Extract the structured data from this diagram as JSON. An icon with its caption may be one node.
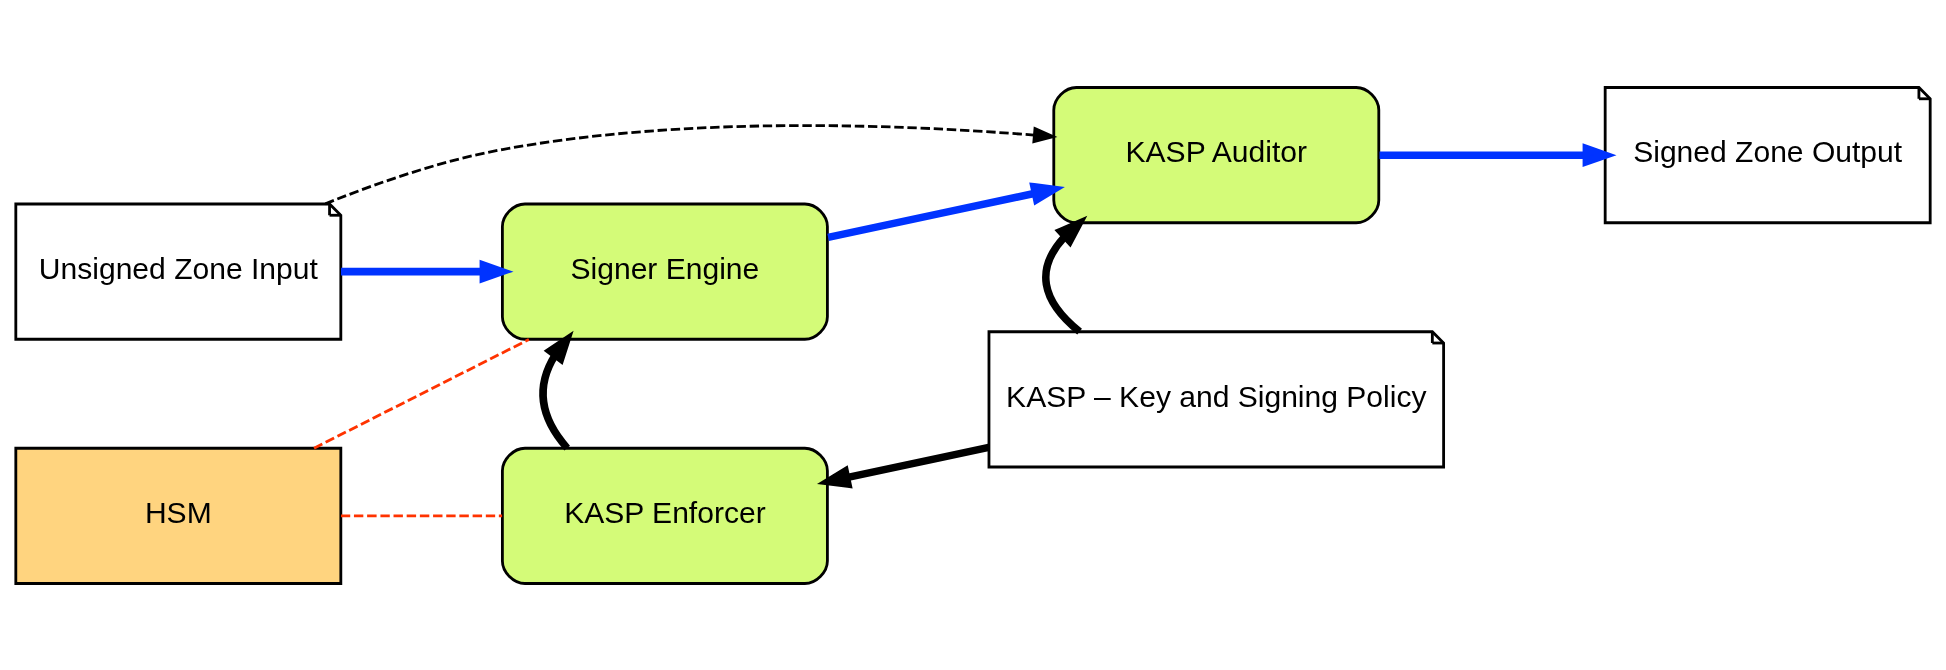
{
  "diagram": {
    "nodes": [
      {
        "text": [
          "Unsigned Zone Input"
        ]
      },
      {
        "text": [
          "Signer Engine"
        ]
      },
      {
        "text": [
          "KASP Auditor"
        ]
      },
      {
        "text": [
          "Signed Zone Output"
        ]
      },
      {
        "text": [
          "HSM"
        ]
      },
      {
        "text": [
          "KASP Enforcer"
        ]
      },
      {
        "text": [
          "KASP – Key and Signing Policy"
        ]
      }
    ],
    "edges": [
      {
        "from": 0,
        "to": 1,
        "arrow": "to",
        "color": "#0033ff"
      },
      {
        "from": 1,
        "to": 2,
        "arrow": "to",
        "color": "#0033ff"
      },
      {
        "from": 2,
        "to": 3,
        "arrow": "to",
        "color": "#0033ff"
      },
      {
        "from": 0,
        "to": 2,
        "arrow": "to",
        "style": "dashed"
      },
      {
        "from": 4,
        "to": 1,
        "arrow": "none",
        "style": "dashed",
        "color": "#ff3300"
      },
      {
        "from": 4,
        "to": 5,
        "arrow": "none",
        "style": "dashed",
        "color": "#ff3300"
      },
      {
        "from": 5,
        "to": 1,
        "arrow": "to"
      },
      {
        "from": 6,
        "to": 2,
        "arrow": "to"
      },
      {
        "from": 6,
        "to": 5,
        "arrow": "to"
      }
    ]
  }
}
